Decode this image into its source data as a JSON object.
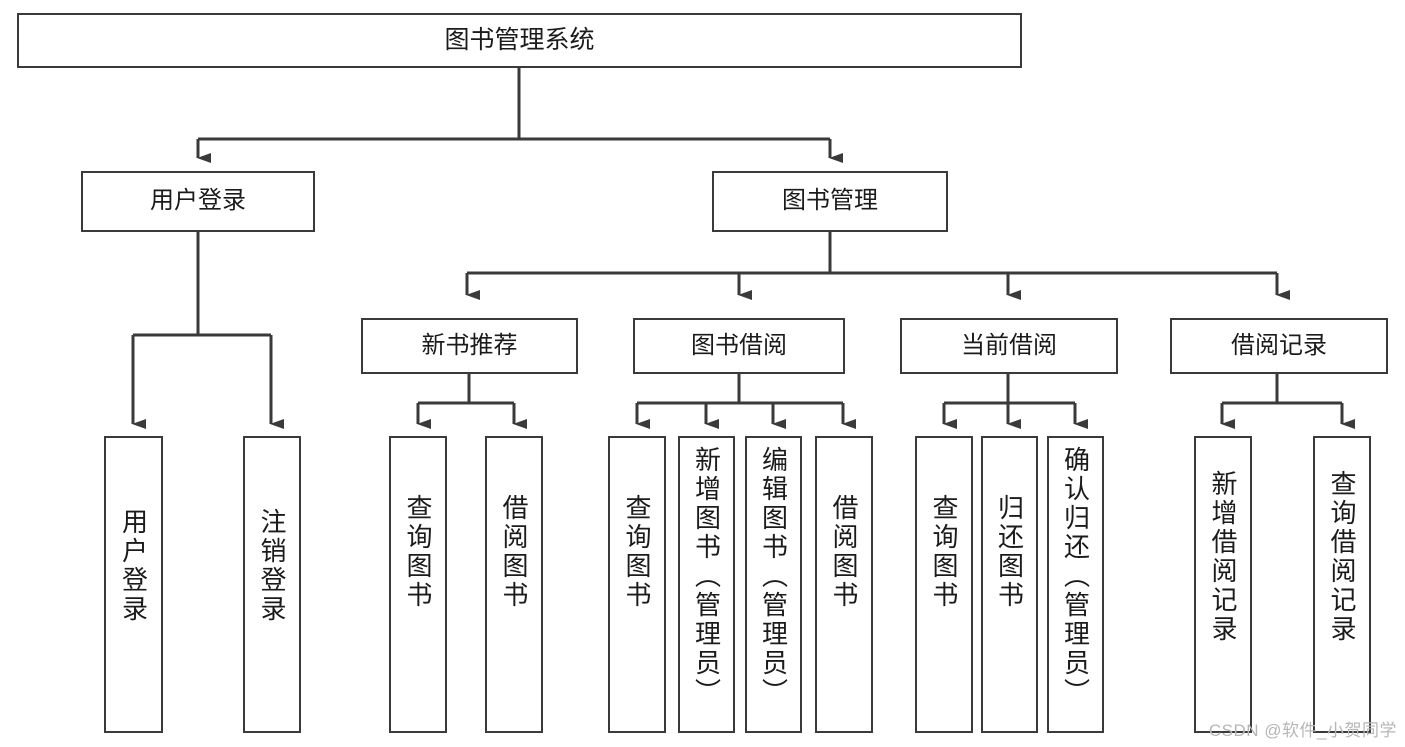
{
  "diagram": {
    "title": "图书管理系统",
    "watermark": "CSDN @软件_小贺同学",
    "colors": {
      "background": "#ffffff",
      "stroke": "#3a3a3a",
      "text": "#1b1b1b",
      "watermark": "#b6b6b6"
    },
    "nodes": {
      "root": {
        "label": "图书管理系统"
      },
      "level2": [
        {
          "label": "用户登录"
        },
        {
          "label": "图书管理"
        }
      ],
      "level3": [
        {
          "label": "新书推荐"
        },
        {
          "label": "图书借阅"
        },
        {
          "label": "当前借阅"
        },
        {
          "label": "借阅记录"
        }
      ],
      "leaves": {
        "user_login": [
          {
            "label": "用户登录"
          },
          {
            "label": "注销登录"
          }
        ],
        "new_book_recommend": [
          {
            "label": "查询图书"
          },
          {
            "label": "借阅图书"
          }
        ],
        "book_borrow": [
          {
            "label": "查询图书"
          },
          {
            "label": "新增图书（管理员）"
          },
          {
            "label": "编辑图书（管理员）"
          },
          {
            "label": "借阅图书"
          }
        ],
        "current_borrow": [
          {
            "label": "查询图书"
          },
          {
            "label": "归还图书"
          },
          {
            "label": "确认归还（管理员）"
          }
        ],
        "borrow_record": [
          {
            "label": "新增借阅记录"
          },
          {
            "label": "查询借阅记录"
          }
        ]
      }
    }
  }
}
